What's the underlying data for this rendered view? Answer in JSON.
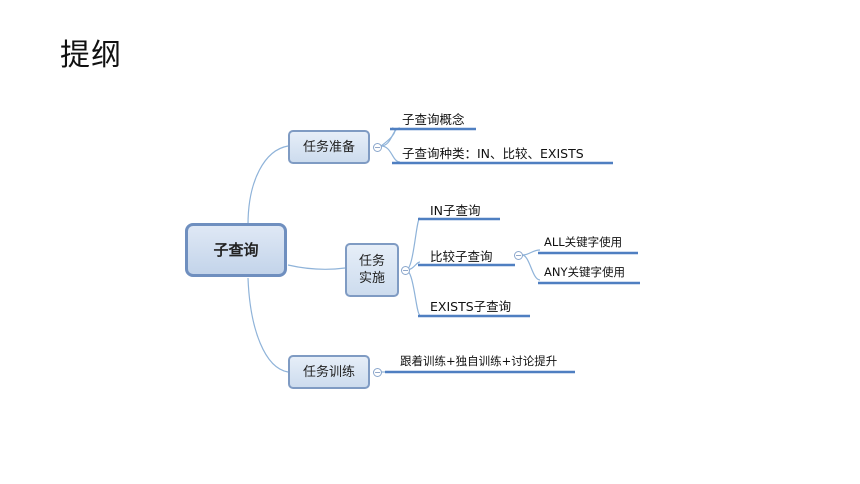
{
  "page_title": "提纲",
  "mindmap": {
    "root": "子查询",
    "branches": [
      {
        "label": "任务准备",
        "children": [
          "子查询概念",
          "子查询种类：IN、比较、EXISTS"
        ]
      },
      {
        "label_line1": "任务",
        "label_line2": "实施",
        "children": [
          "IN子查询",
          "比较子查询",
          "EXISTS子查询"
        ],
        "sub_children": [
          "ALL关键字使用",
          "ANY关键字使用"
        ]
      },
      {
        "label": "任务训练",
        "children": [
          "跟着训练+独自训练+讨论提升"
        ]
      }
    ],
    "collapse_symbol": "−",
    "colors": {
      "connector": "#8fb3d9",
      "underline": "#4f7fc1",
      "node_border": "#7f9bc3"
    }
  }
}
